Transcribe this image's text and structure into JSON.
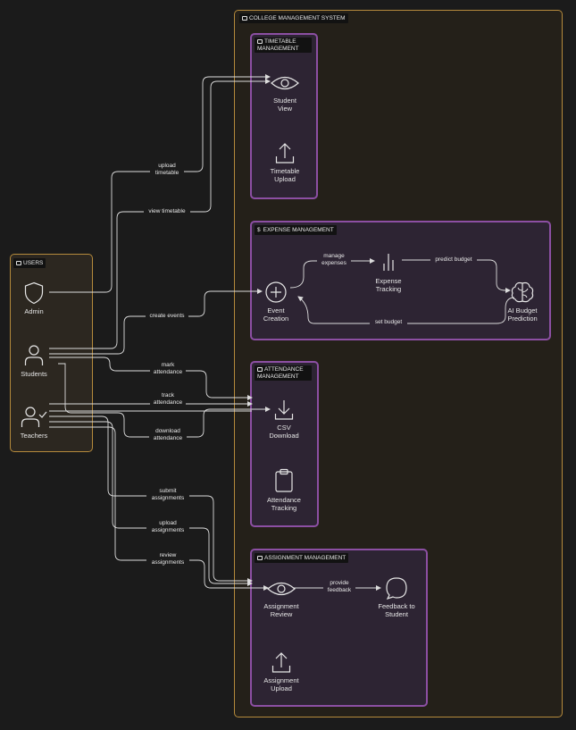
{
  "system": {
    "title": "COLLEGE MANAGEMENT SYSTEM"
  },
  "users": {
    "title": "USERS",
    "admin": "Admin",
    "students": "Students",
    "teachers": "Teachers"
  },
  "timetable": {
    "title": "TIMETABLE\nMANAGEMENT",
    "student_view": "Student\nView",
    "timetable_upload": "Timetable\nUpload"
  },
  "expense": {
    "title": "EXPENSE MANAGEMENT",
    "event_creation": "Event\nCreation",
    "expense_tracking": "Expense\nTracking",
    "ai_budget": "AI Budget\nPrediction"
  },
  "attendance": {
    "title": "ATTENDANCE\nMANAGEMENT",
    "csv_download": "CSV\nDownload",
    "attendance_tracking": "Attendance\nTracking"
  },
  "assignment": {
    "title": "ASSIGNMENT MANAGEMENT",
    "review": "Assignment\nReview",
    "feedback": "Feedback to\nStudent",
    "upload": "Assignment\nUpload"
  },
  "edges": {
    "upload_timetable": "upload\ntimetable",
    "view_timetable": "view timetable",
    "create_events": "create events",
    "mark_attendance": "mark\nattendance",
    "track_attendance": "track\nattendance",
    "download_attendance": "download\nattendance",
    "submit_assignments": "submit\nassignments",
    "upload_assignments": "upload\nassignments",
    "review_assignments": "review\nassignments",
    "manage_expenses": "manage\nexpenses",
    "predict_budget": "predict budget",
    "set_budget": "set budget",
    "provide_feedback": "provide\nfeedback"
  },
  "colors": {
    "system_border": "#b58a3c",
    "group_border": "#8c4fa3",
    "wire": "#dcdcdc"
  }
}
